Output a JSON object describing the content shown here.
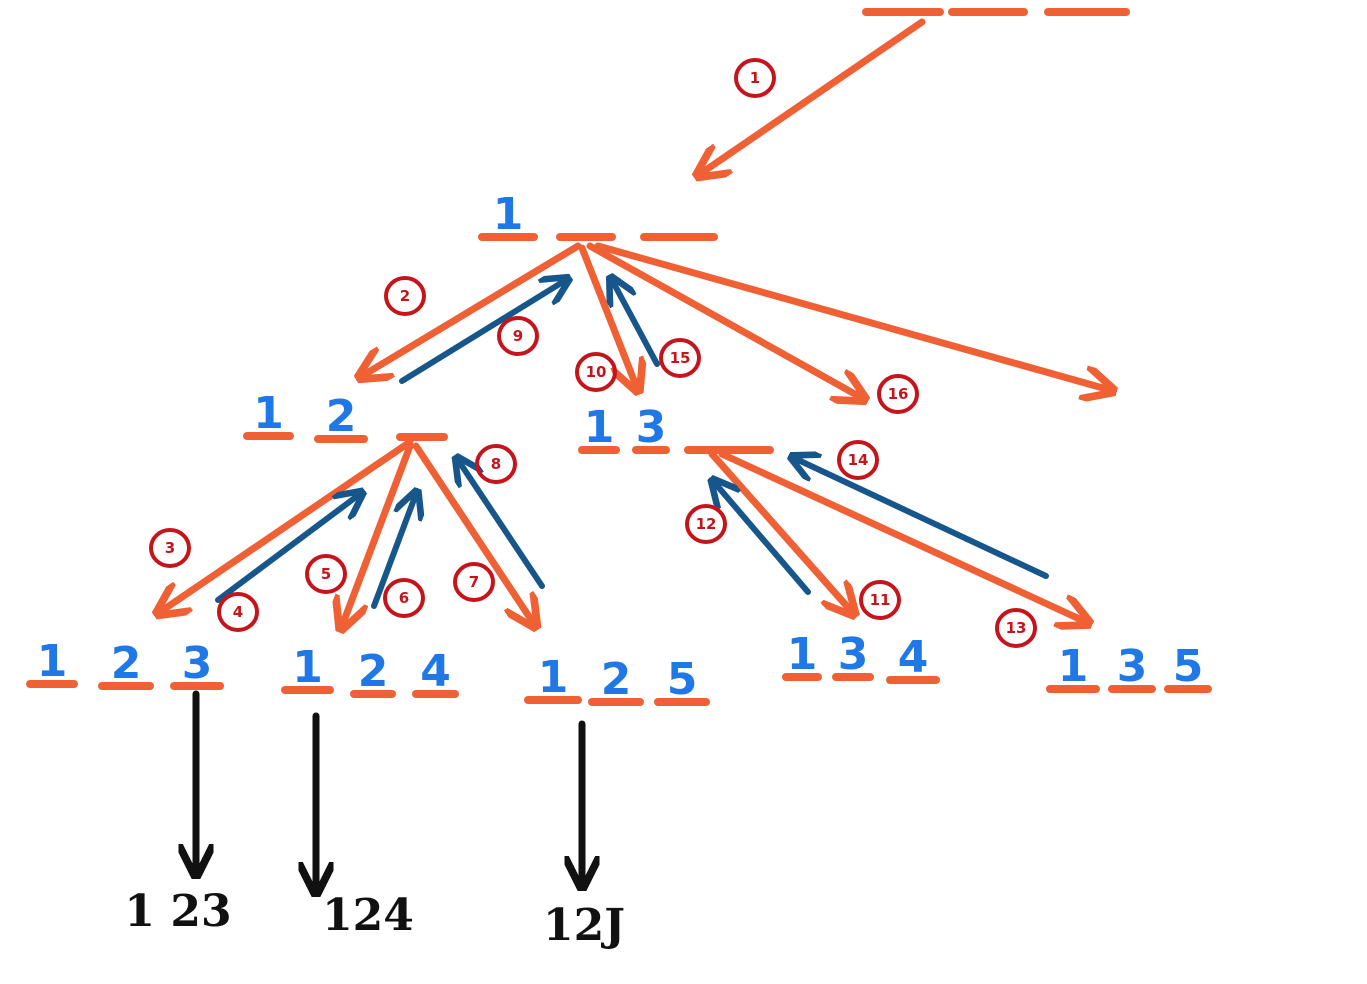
{
  "colors": {
    "slot": "#ef6035",
    "digit": "#1f78e6",
    "forward_arrow": "#ef6035",
    "back_arrow": "#17568a",
    "step": "#c4151c",
    "result_arrow": "#111111",
    "result_text": "#111111"
  },
  "nodes": [
    {
      "id": "root",
      "digits": [
        "",
        "",
        ""
      ]
    },
    {
      "id": "n1",
      "digits": [
        "1",
        "",
        ""
      ]
    },
    {
      "id": "n12",
      "digits": [
        "1",
        "2",
        ""
      ]
    },
    {
      "id": "n13",
      "digits": [
        "1",
        "3",
        ""
      ]
    },
    {
      "id": "n123",
      "digits": [
        "1",
        "2",
        "3"
      ]
    },
    {
      "id": "n124",
      "digits": [
        "1",
        "2",
        "4"
      ]
    },
    {
      "id": "n125",
      "digits": [
        "1",
        "2",
        "5"
      ]
    },
    {
      "id": "n134",
      "digits": [
        "1",
        "3",
        "4"
      ]
    },
    {
      "id": "n135",
      "digits": [
        "1",
        "3",
        "5"
      ]
    }
  ],
  "steps": [
    "1",
    "2",
    "3",
    "4",
    "5",
    "6",
    "7",
    "8",
    "9",
    "10",
    "11",
    "12",
    "13",
    "14",
    "15",
    "16"
  ],
  "results": [
    "1 23",
    "124",
    "12J"
  ]
}
